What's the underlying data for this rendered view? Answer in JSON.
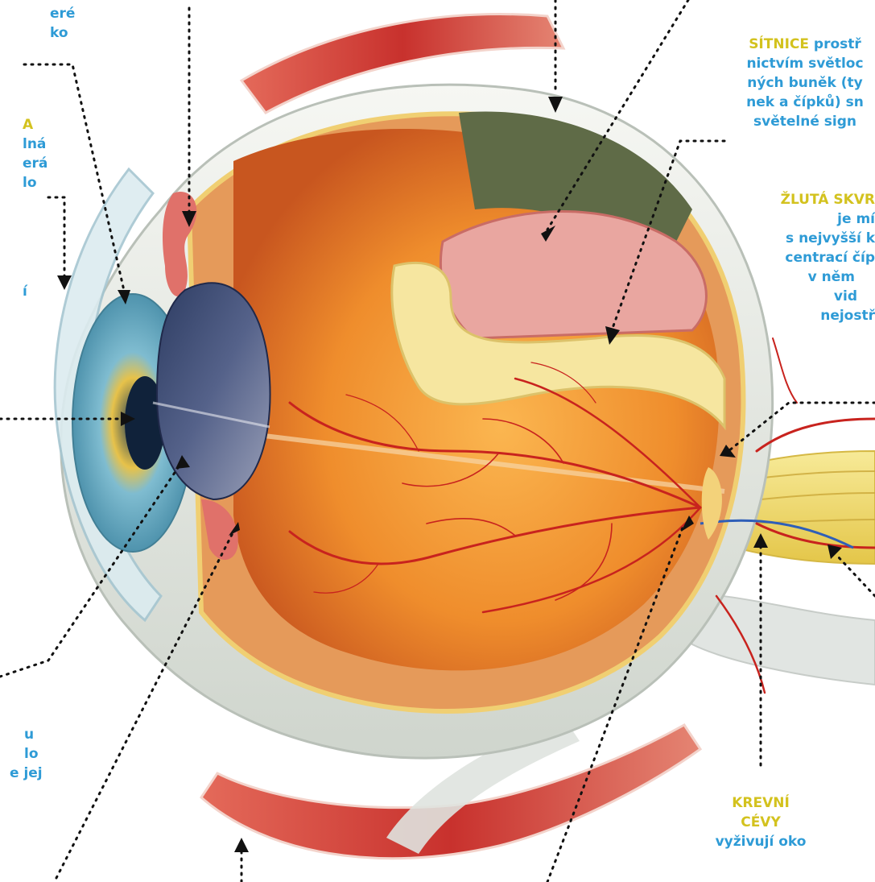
{
  "labels": {
    "top_left_a": "eré",
    "top_left_b": "ko",
    "mid_left_head": "A",
    "mid_left_a": "lná",
    "mid_left_b": "erá",
    "mid_left_c": "lo",
    "mid_left_d": "í",
    "bottom_left_a": "u",
    "bottom_left_b": "lo",
    "bottom_left_c": "e jej",
    "sitnice_head": "SÍTNICE",
    "sitnice_1": "prostř",
    "sitnice_2": "nictvím světloc",
    "sitnice_3": "ných buněk (ty",
    "sitnice_4": "nek a čípků) sn",
    "sitnice_5": "světelné sign",
    "zluta_head": "ŽLUTÁ SKVR",
    "zluta_1": "je mí",
    "zluta_2": "s nejvyšší k",
    "zluta_3": "centrací číp",
    "zluta_4": "v něm",
    "zluta_5": "vid",
    "zluta_6": "nejostř",
    "krevni_head_1": "KREVNÍ",
    "krevni_head_2": "CÉVY",
    "krevni_desc": "vyživují oko"
  },
  "colors": {
    "heading": "#d3c21e",
    "body_text": "#2e9bd6",
    "sclera": "#eef1ec",
    "vitreous": "#ec8a2e",
    "iris": "#6cb0cc",
    "lens": "#3d4a6e",
    "retina": "#e8a49a",
    "muscle": "#d2413f",
    "nerve": "#f1de7a",
    "vessel": "#c8231e"
  }
}
